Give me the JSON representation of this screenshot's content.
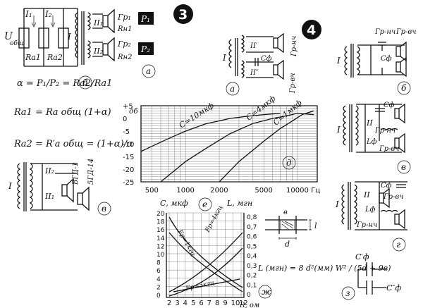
{
  "badges": {
    "fig3": "3",
    "fig4": "4"
  },
  "fig3_a": {
    "currents": [
      "I₁",
      "I₂"
    ],
    "voltage": "U",
    "voltage_sub": "общ",
    "resistors": [
      "Rа1",
      "Rа2"
    ],
    "windings": [
      "I",
      "II₁",
      "II₂"
    ],
    "speakers": [
      "Гр₁",
      "Rн1",
      "Гр₂",
      "Rн2"
    ],
    "power_boxes": [
      "P₁",
      "P₂"
    ],
    "label": "а"
  },
  "fig3_b": {
    "formula": "α = P₁/P₂ = Rа2/Rа1",
    "label": "б"
  },
  "formulas": {
    "ra1": "Rа1 = Rа общ (1+α)",
    "ra2": "Rа2 = R′а общ = (1+α)/α"
  },
  "fig3_v": {
    "windings": [
      "I",
      "II₂",
      "II₁"
    ],
    "speakers": [
      "ВГД-1",
      "5ГД-14"
    ],
    "label": "в"
  },
  "fig3_e": {
    "label": "е",
    "ylabel": "дб",
    "xlabel": "Гц"
  },
  "chart_data": {
    "type": "line",
    "title": "",
    "ylabel": "дб",
    "xlabel": "Гц",
    "x_ticks": [
      "500",
      "1000",
      "2000",
      "5000",
      "10000",
      "Гц"
    ],
    "y_ticks": [
      "+5",
      "0",
      "-5",
      "-10",
      "-15",
      "-20",
      "-25"
    ],
    "ylim": [
      -25,
      5
    ],
    "xlim": [
      400,
      15000
    ],
    "x_scale": "log",
    "grid": true,
    "series": [
      {
        "name": "С=10мкф",
        "x": [
          400,
          700,
          1000,
          1500,
          2500,
          3500,
          5000,
          7000
        ],
        "y": [
          -13,
          -8,
          -5,
          -2.2,
          0,
          0.8,
          1.5,
          2
        ]
      },
      {
        "name": "С=4мкф",
        "x": [
          600,
          1000,
          1500,
          2500,
          4000,
          6000,
          8000,
          10000,
          14000
        ],
        "y": [
          -25,
          -17,
          -12,
          -6,
          -2,
          0,
          1,
          2,
          1.5
        ]
      },
      {
        "name": "С=1мкф",
        "x": [
          2000,
          3000,
          5000,
          7000,
          9000,
          11000,
          14000
        ],
        "y": [
          -25,
          -17,
          -9,
          -4,
          -1,
          1.5,
          3
        ]
      }
    ]
  },
  "fig3_zh": {
    "axis_left": "С, мкф",
    "axis_right": "L, мгн",
    "axis_bottom": "R, ом",
    "left_ticks": [
      "20",
      "18",
      "16",
      "14",
      "12",
      "10",
      "8",
      "6",
      "4",
      "2",
      "0"
    ],
    "right_ticks": [
      "0,8",
      "0,7",
      "0,6",
      "0,5",
      "0,4",
      "0,3",
      "0,2",
      "0,1",
      "0"
    ],
    "bottom_ticks": [
      "2",
      "3",
      "4",
      "5",
      "6",
      "7",
      "8",
      "9",
      "10",
      "12"
    ],
    "curve_labels": [
      "Fp=1кгц",
      "Fp=4кгц",
      "Fp=5кгц"
    ],
    "formula": "L (мгн) = 8 d²(мм) W² / (5d + 9в)",
    "dim_labels": [
      "в",
      "d",
      "l"
    ],
    "label": "ж"
  },
  "fig3_z": {
    "caps": [
      "С′ф",
      "С″ф"
    ],
    "label": "з"
  },
  "fig4_a": {
    "windings": [
      "I",
      "II′",
      "II″"
    ],
    "speakers": [
      "Гр-нч",
      "Гр-вч"
    ],
    "cap": "Сф",
    "label": "а"
  },
  "fig4_b": {
    "windings": [
      "I"
    ],
    "speakers": [
      "Гр-нч",
      "Гр-вч"
    ],
    "cap": "Сф",
    "label": "б"
  },
  "fig4_v": {
    "windings": [
      "I",
      "II"
    ],
    "speakers": [
      "Гр-нч",
      "Гр-вч"
    ],
    "parts": [
      "Сф",
      "Lф"
    ],
    "label": "в"
  },
  "fig4_g": {
    "windings": [
      "I",
      "II"
    ],
    "speakers": [
      "Гр-нч",
      "Гр-вч"
    ],
    "parts": [
      "Сф",
      "Lф"
    ],
    "label": "г"
  }
}
